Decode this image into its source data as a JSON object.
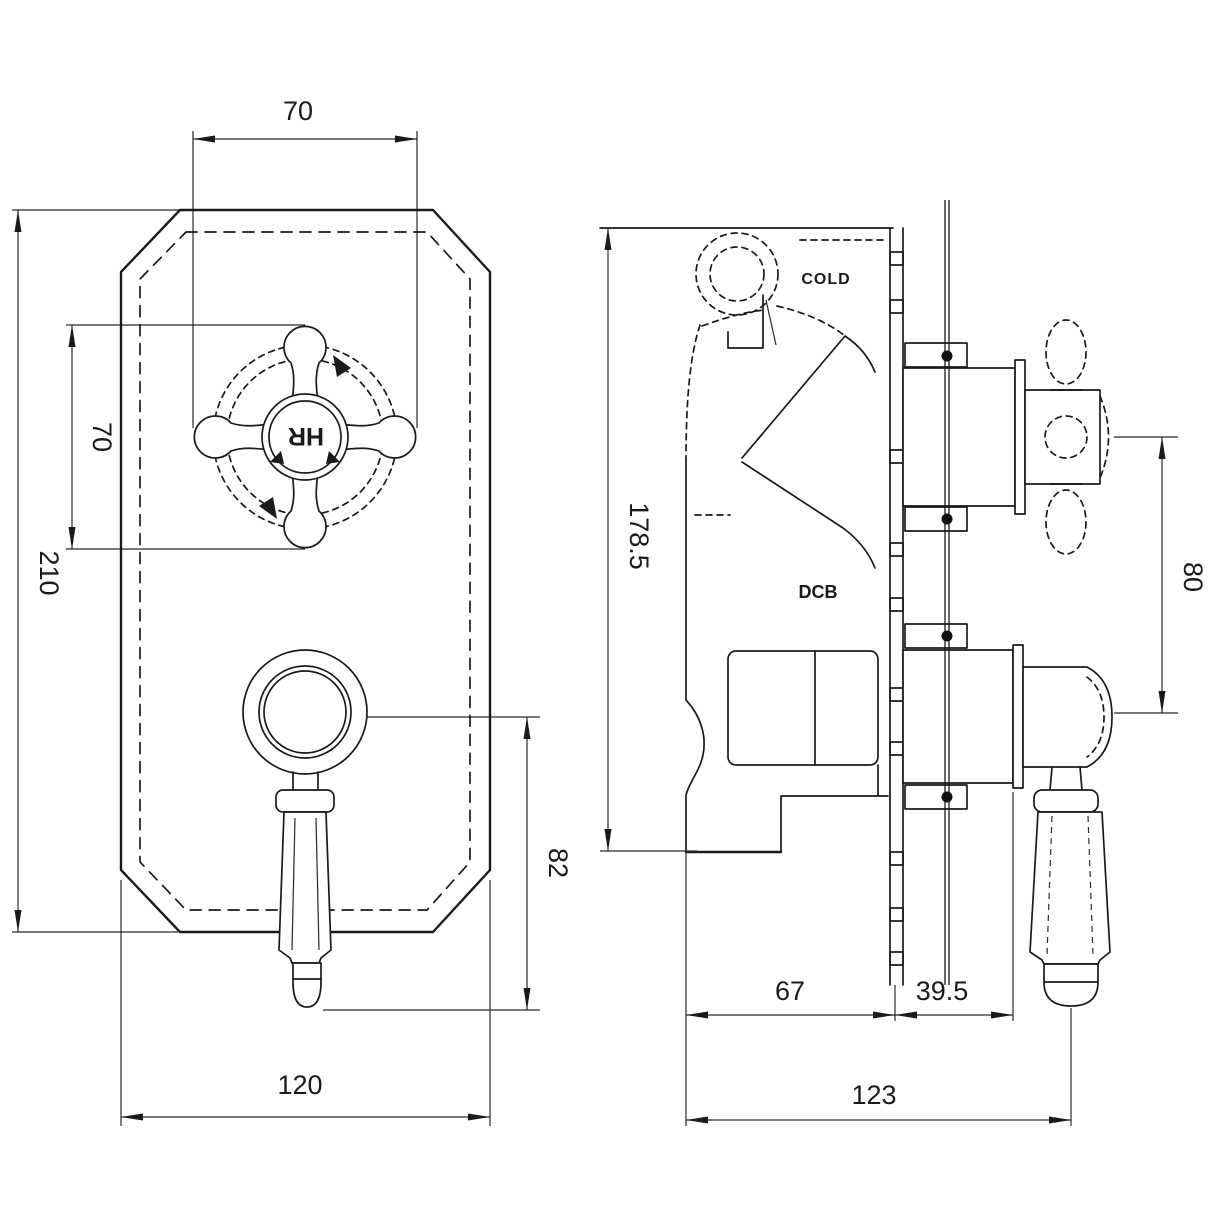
{
  "drawing": {
    "title": "thermostatic-valve-dimension-drawing",
    "background": "#ffffff",
    "line_color": "#1a1a1a",
    "front_view": {
      "dim_top_width": "70",
      "dim_handle_height": "70",
      "dim_plate_height": "210",
      "dim_lever_drop": "82",
      "dim_plate_width": "120",
      "handle_label": "HR"
    },
    "side_view": {
      "dim_overall_height": "178.5",
      "dim_handle_spacing": "80",
      "dim_body_depth": "67",
      "dim_valve_depth": "39.5",
      "dim_overall_depth": "123",
      "port_label_cold": "COLD",
      "port_label_dcb": "DCB"
    }
  }
}
